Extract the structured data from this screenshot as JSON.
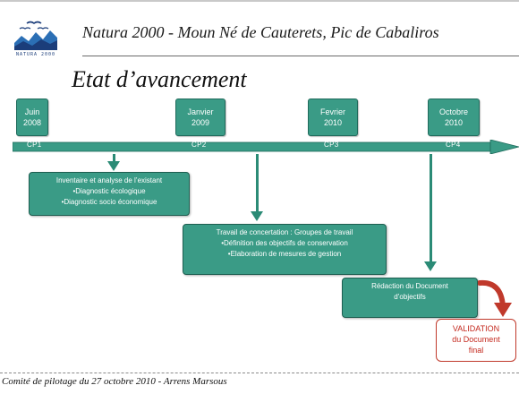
{
  "header": {
    "title": "Natura 2000 - Moun Né de Cauterets, Pic de Cabaliros",
    "logo_text": "NATURA 2000"
  },
  "page_title": "Etat d’avancement",
  "timeline": {
    "dates": [
      {
        "line1": "Juin",
        "line2": "2008"
      },
      {
        "line1": "Janvier",
        "line2": "2009"
      },
      {
        "line1": "Fevrier",
        "line2": "2010"
      },
      {
        "line1": "Octobre",
        "line2": "2010"
      }
    ],
    "checkpoints": [
      "CP1",
      "CP2",
      "CP3",
      "CP4"
    ]
  },
  "phases": [
    {
      "title": "Inventaire et analyse de l’existant",
      "items": [
        "•Diagnostic écologique",
        "•Diagnostic socio économique"
      ]
    },
    {
      "title": "Travail de concertation : Groupes de travail",
      "items": [
        "•Définition des objectifs de conservation",
        "•Elaboration de mesures de gestion"
      ]
    },
    {
      "title": "Rédaction du Document",
      "items": [
        "d’objectifs"
      ]
    }
  ],
  "validation": {
    "line1": "VALIDATION",
    "line2": "du Document",
    "line3": "final"
  },
  "footer": "Comité de pilotage du 27 octobre 2010 - Arrens Marsous",
  "colors": {
    "teal": "#3a9b86",
    "teal_dark": "#1f6a5b",
    "red": "#c42a1f"
  }
}
